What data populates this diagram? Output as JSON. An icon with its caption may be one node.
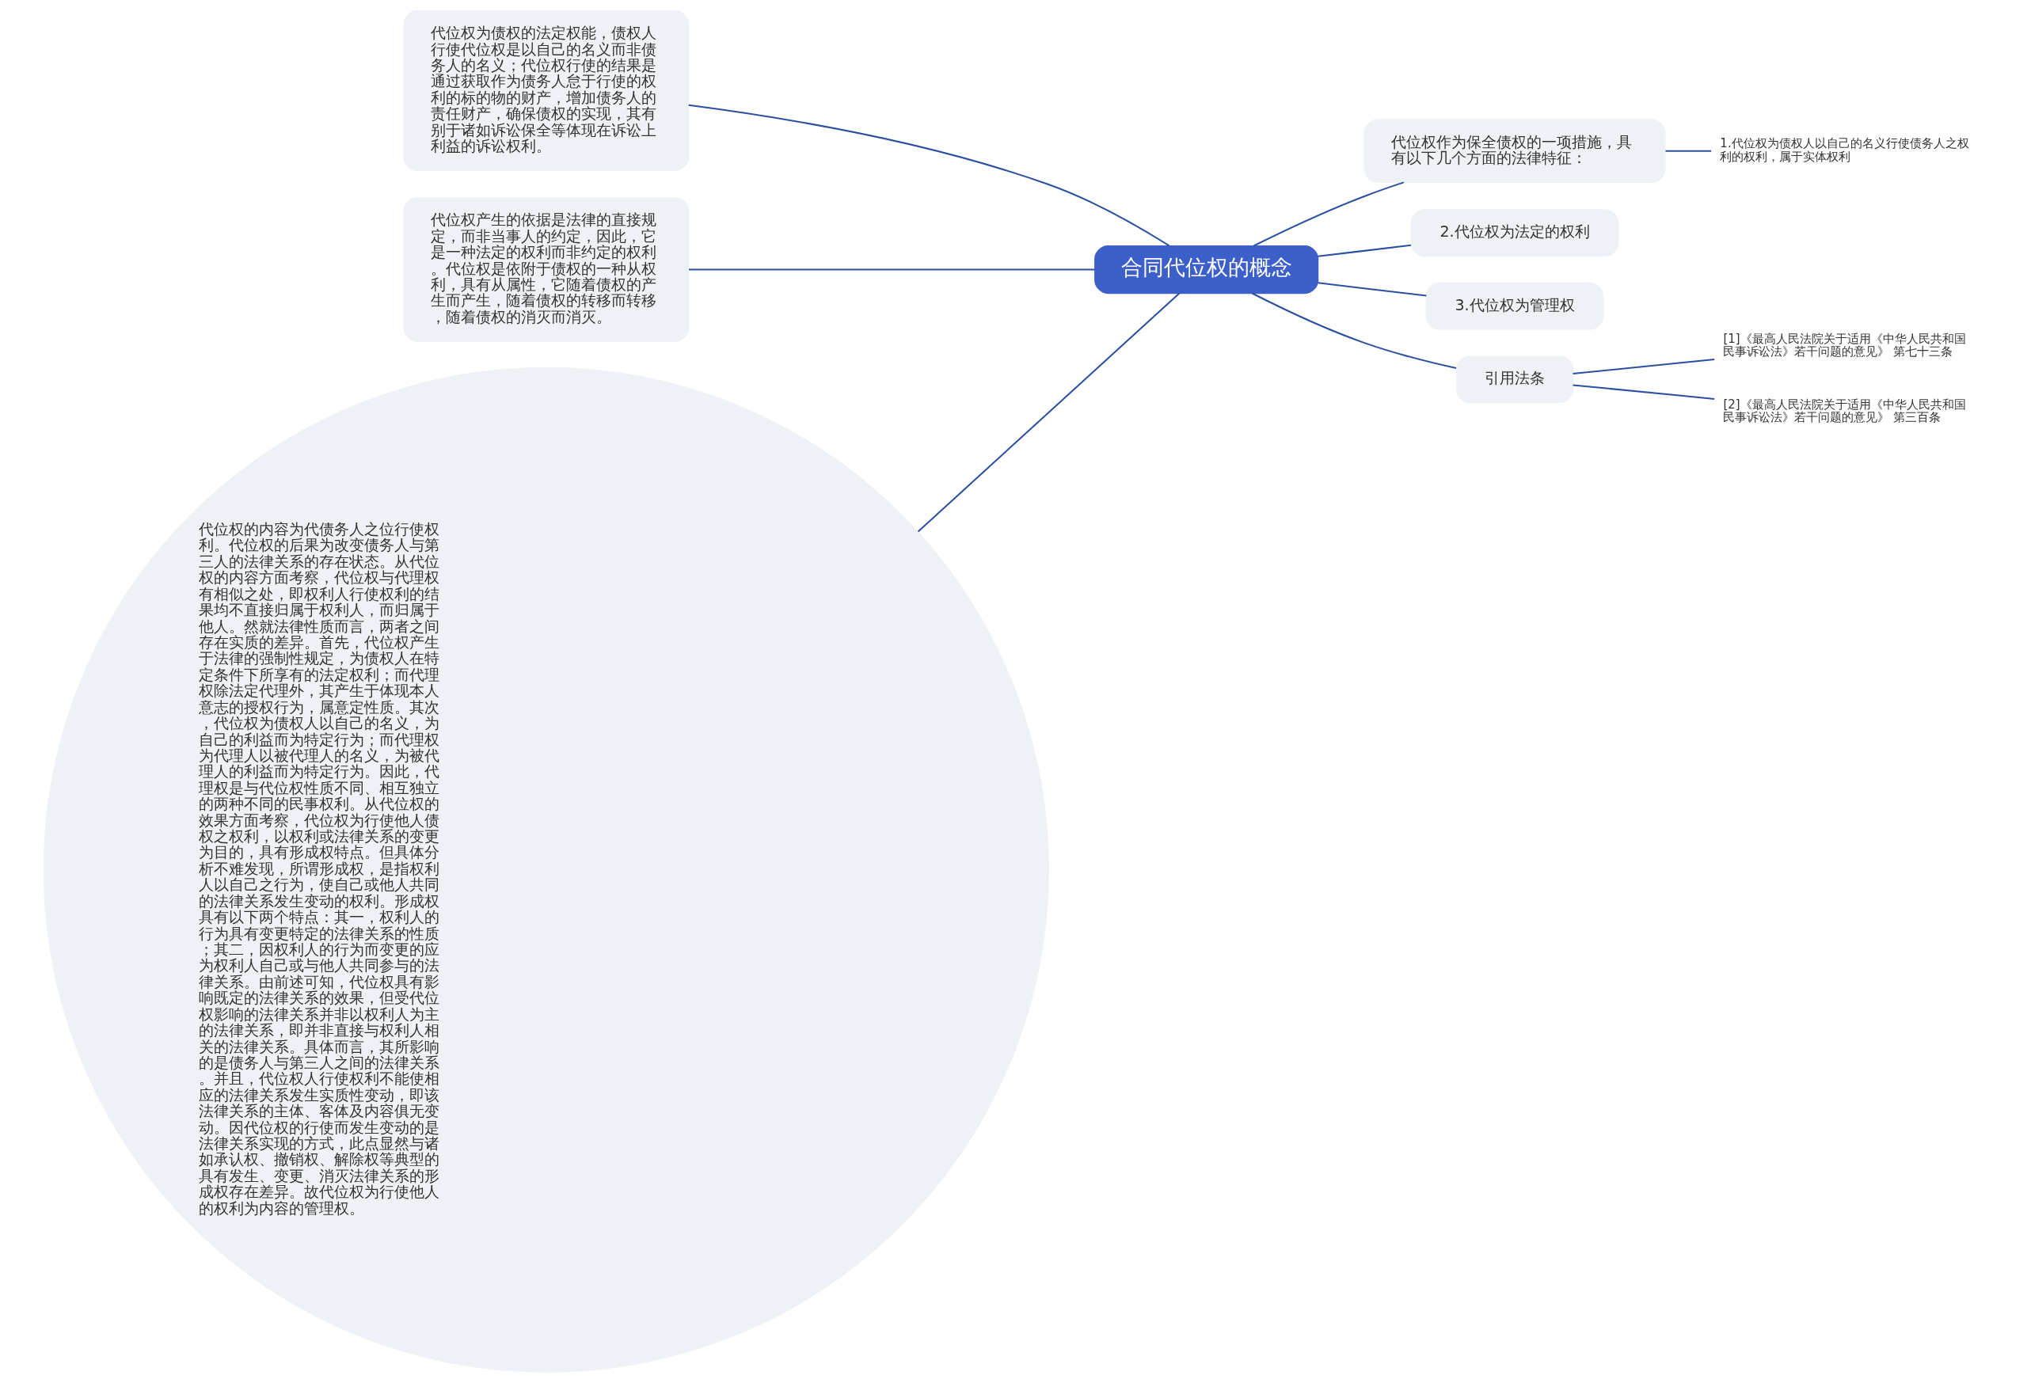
{
  "diagram": {
    "nodes": [
      {
        "text": [
          "合同代位权的概念"
        ]
      },
      {
        "text": [
          "代位权为债权的法定权能，债权人行使代位权是以自己的名义而非债务人的名义；代位权行使的结果是通过获取作为债务人怠于行使的权利的标的物的财产，增加债务人的责任财产，确保债权的实现，其有别于诸如诉讼保全等体现在诉讼上利益的诉讼权利。"
        ]
      },
      {
        "text": [
          "代位权产生的依据是法律的直接规定，而非当事人的约定，因此，它是一种法定的权利而非约定的权利。代位权是依附于债权的一种从权利，具有从属性，它随着债权的产生而产生，随着债权的转移而转移，随着债权的消灭而消灭。"
        ]
      },
      {
        "text": [
          "代位权的内容为代债务人之位行使权利。代位权的后果为改变债务人与第三人的法律关系的存在状态。从代位权的内容方面考察，代位权与代理权有相似之处，即权利人行使权利的结果均不直接归属于权利人，而归属于他人。然就法律性质而言，两者之间存在实质的差异。首先，代位权产生于法律的强制性规定，为债权人在特定条件下所享有的法定权利；而代理权除法定代理外，其产生于体现本人意志的授权行为，属意定性质。其次，代位权为债权人以自己的名义，为自己的利益而为特定行为；而代理权为代理人以被代理人的名义，为被代理人的利益而为特定行为。因此，代理权是与代位权性质不同、相互独立的两种不同的民事权利。从代位权的效果方面考察，代位权为行使他人债权之权利，以权利或法律关系的变更为目的，具有形成权特点。但具体分析不难发现，所谓形成权，是指权利人以自己之行为，使自己或他人共同的法律关系发生变动的权利。形成权具有以下两个特点：其一，权利人的行为具有变更特定的法律关系的性质；其二，因权利人的行为而变更的应为权利人自己或与他人共同参与的法律关系。由前述可知，代位权具有影响既定的法律关系的效果，但受代位权影响的法律关系并非以权利人为主的法律关系，即并非直接与权利人相关的法律关系。具体而言，其所影响的是债务人与第三人之间的法律关系。并且，代位权人行使权利不能使相应的法律关系发生实质性变动，即该法律关系的主体、客体及内容俱无变动。因代位权的行使而发生变动的是法律关系实现的方式，此点显然与诸如承认权、撤销权、解除权等典型的具有发生、变更、消灭法律关系的形成权存在差异。故代位权为行使他人的权利为内容的管理权。"
        ]
      },
      {
        "text": [
          "代位权作为保全债权的一项措施，具有以下几个方面的法律特征："
        ]
      },
      {
        "text": [
          "1.代位权为债权人以自己的名义行使债务人之权利的权利，属于实体权利"
        ]
      },
      {
        "text": [
          "2.代位权为法定的权利"
        ]
      },
      {
        "text": [
          "3.代位权为管理权"
        ]
      },
      {
        "text": [
          "引用法条"
        ]
      },
      {
        "text": [
          "[1]《最高人民法院关于适用《中华人民共和国民事诉讼法》若干问题的意见》 第七十三条"
        ]
      },
      {
        "text": [
          "[2]《最高人民法院关于适用《中华人民共和国民事诉讼法》若干问题的意见》 第三百条"
        ]
      }
    ],
    "edges": [
      {
        "from": 0,
        "to": 1,
        "arrow": "none"
      },
      {
        "from": 0,
        "to": 2,
        "arrow": "none"
      },
      {
        "from": 0,
        "to": 3,
        "arrow": "none"
      },
      {
        "from": 0,
        "to": 4,
        "arrow": "none"
      },
      {
        "from": 4,
        "to": 5,
        "arrow": "none"
      },
      {
        "from": 0,
        "to": 6,
        "arrow": "none"
      },
      {
        "from": 0,
        "to": 7,
        "arrow": "none"
      },
      {
        "from": 0,
        "to": 8,
        "arrow": "none"
      },
      {
        "from": 8,
        "to": 9,
        "arrow": "none"
      },
      {
        "from": 8,
        "to": 10,
        "arrow": "none"
      }
    ]
  }
}
